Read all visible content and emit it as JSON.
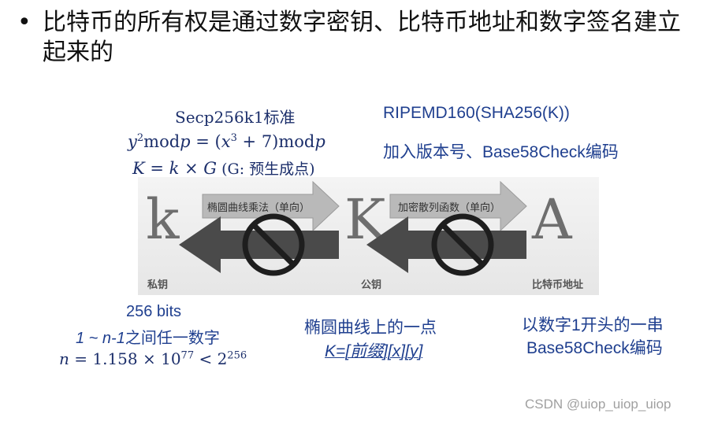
{
  "heading": {
    "bullet": "•",
    "text": "比特币的所有权是通过数字密钥、比特币地址和数字签名建立起来的"
  },
  "private_key": {
    "standard": "Secp256k1标准",
    "formula_y": "y",
    "formula_y_exp": "2",
    "formula_mod1": "mod",
    "formula_p1": "p",
    "formula_eq": " = (",
    "formula_x": "x",
    "formula_x_exp": "3",
    "formula_rest": " + 7)",
    "formula_mod2": "mod",
    "formula_p2": "p",
    "formula2_main": "K = k × G",
    "formula2_note": " (G: 预生成点)",
    "bits": "256 bits",
    "range_prefix": "1 ~ ",
    "range_n": "n-1",
    "range_suffix": "之间任一数字",
    "n_lhs": "n",
    "n_eq": " = 1.158 × 10",
    "n_exp1": "77",
    "n_lt": " < 2",
    "n_exp2": "256"
  },
  "address": {
    "hash_func": "RIPEMD160(SHA256(K))",
    "encode_step": "加入版本号、Base58Check编码",
    "desc_line1": "以数字1开头的一串",
    "desc_line2": "Base58Check编码"
  },
  "public_key": {
    "desc": "椭圆曲线上的一点",
    "format": "K=[前缀][x][y]"
  },
  "diagram": {
    "letter_k": "k",
    "letter_K": "K",
    "letter_A": "A",
    "arrow1_label": "椭圆曲线乘法（单向）",
    "arrow2_label": "加密散列函数（单向）",
    "caption_private": "私钥",
    "caption_public": "公钥",
    "caption_address": "比特币地址"
  },
  "colors": {
    "text_navy": "#1c2f6b",
    "text_blue": "#1f3f8f",
    "arrow_light": "#b9b9b9",
    "arrow_dark": "#4a4a4a",
    "letter_gray": "#6e6e6e"
  },
  "watermark": "CSDN @uiop_uiop_uiop"
}
